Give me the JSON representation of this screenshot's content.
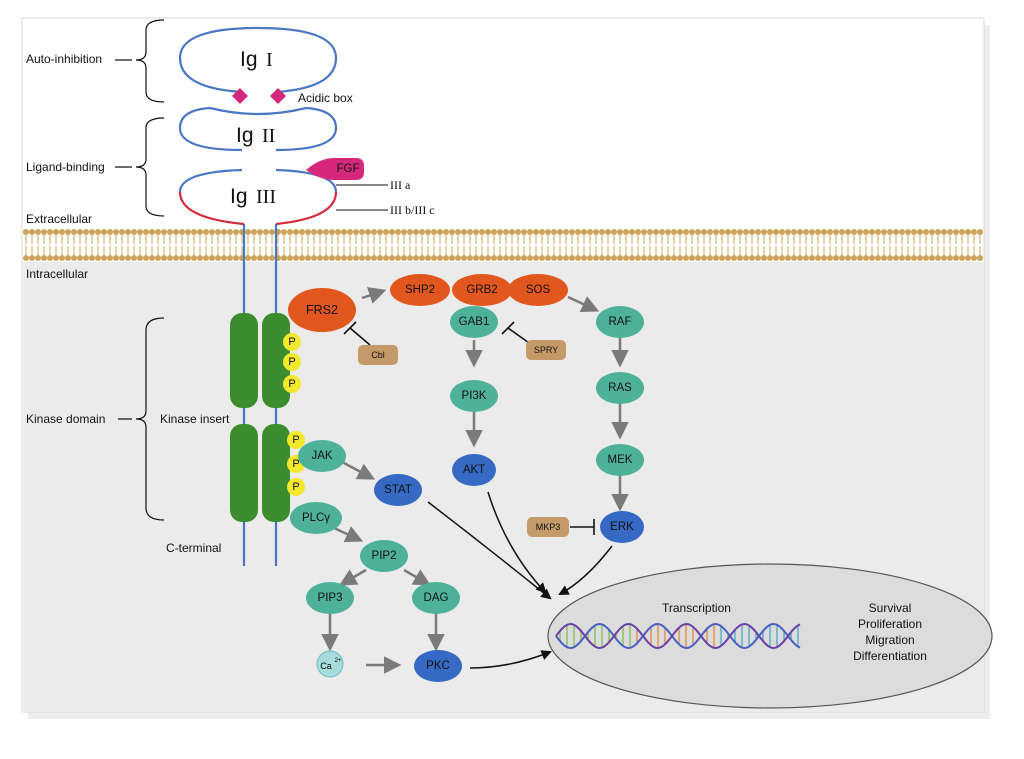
{
  "region_labels": {
    "auto_inhibition": "Auto-inhibition",
    "acidic_box": "Acidic box",
    "ligand_binding": "Ligand-binding",
    "extracellular": "Extracellular",
    "intracellular": "Intracellular",
    "kinase_domain": "Kinase domain",
    "kinase_insert": "Kinase insert",
    "c_terminal": "C-terminal"
  },
  "ig_domains": {
    "ig1": {
      "prefix": "Ig",
      "numeral": "I"
    },
    "ig2": {
      "prefix": "Ig",
      "numeral": "II"
    },
    "ig3": {
      "prefix": "Ig",
      "numeral": "III"
    }
  },
  "isoforms": {
    "a": "III a",
    "bc": "III b/III c"
  },
  "ligand": "FGF",
  "phospho": "P",
  "nodes": {
    "frs2": "FRS2",
    "shp2": "SHP2",
    "grb2": "GRB2",
    "sos": "SOS",
    "gab1": "GAB1",
    "raf": "RAF",
    "ras": "RAS",
    "mek": "MEK",
    "erk": "ERK",
    "pi3k": "PI3K",
    "akt": "AKT",
    "jak": "JAK",
    "stat": "STAT",
    "plcy": "PLCγ",
    "pip2": "PIP2",
    "pip3": "PIP3",
    "dag": "DAG",
    "pkc": "PKC",
    "ca_base": "Ca",
    "ca_sup": "2+"
  },
  "inhibitors": {
    "cbl": "Cbl",
    "spry": "SPRY",
    "mkp3": "MKP3"
  },
  "nucleus": {
    "transcription": "Transcription",
    "outcomes": [
      "Survival",
      "Proliferation",
      "Migration",
      "Differentiation"
    ]
  },
  "colors": {
    "teal": "#4eb29a",
    "blue": "#3569c4",
    "orange": "#e2571e",
    "tan": "#c49a68",
    "green": "#3c8d2e",
    "yellow": "#f3e92c",
    "magenta": "#d6287a",
    "receptor_line": "#4a77c4",
    "ig3_lower": "#d42b3a",
    "membrane": "#cba45a",
    "cytoplasm": "#ebebeb",
    "nucleus": "#dcdcdc"
  }
}
